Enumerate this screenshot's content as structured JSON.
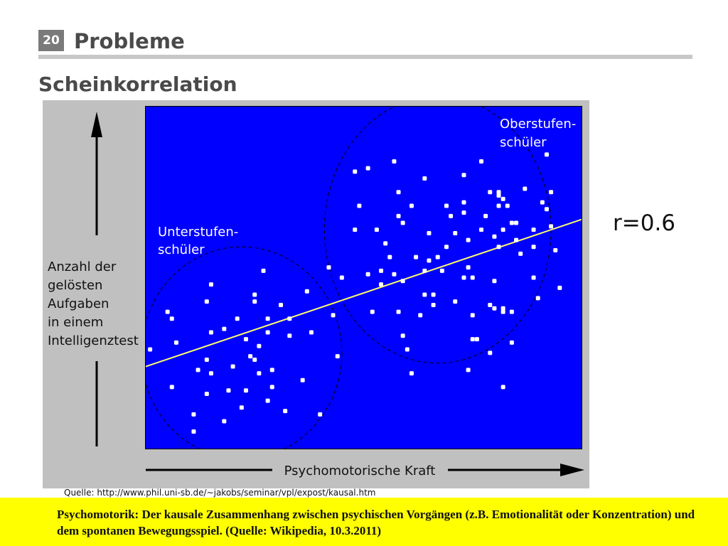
{
  "slide": {
    "number": "20",
    "title": "Probleme",
    "subtitle": "Scheinkorrelation",
    "r_value": "r=0.6",
    "source": "Quelle: http://www.phil.uni-sb.de/~jakobs/seminar/vpl/expost/kausal.htm",
    "footer": "Psychomotorik: Der kausale Zusammenhang zwischen psychischen Vorgängen (z.B. Emotionalität oder Konzentration) und dem spontanen Bewegungsspiel. (Quelle: Wikipedia, 10.3.2011)"
  },
  "chart_data": {
    "type": "scatter",
    "xlabel": "Psychomotorische Kraft",
    "ylabel_lines": [
      "Anzahl der",
      "gelösten",
      "Aufgaben",
      "in einem",
      "Intelligenztest"
    ],
    "group_labels": {
      "lower": [
        "Unterstufen-",
        "schüler"
      ],
      "upper": [
        "Oberstufen-",
        "schüler"
      ]
    },
    "xlim": [
      0,
      100
    ],
    "ylim": [
      0,
      100
    ],
    "grid": false,
    "colors": {
      "plot_background": "#0000ff",
      "frame": "#c0c0c0",
      "points": "#ffffff",
      "trend_line": "#ffff66",
      "cluster_outline": "#000033"
    },
    "trend_line": {
      "start": [
        0,
        24
      ],
      "end": [
        100,
        67
      ]
    },
    "clusters": [
      {
        "name": "lower",
        "center": [
          22,
          28
        ],
        "radius_x": 23,
        "radius_y": 31
      },
      {
        "name": "upper",
        "center": [
          67,
          64
        ],
        "radius_x": 26,
        "radius_y": 39
      }
    ],
    "points": [
      [
        1,
        29
      ],
      [
        6,
        18
      ],
      [
        6,
        38
      ],
      [
        5,
        40
      ],
      [
        7,
        31
      ],
      [
        11,
        10
      ],
      [
        12,
        23
      ],
      [
        14,
        43
      ],
      [
        14,
        26
      ],
      [
        11,
        5
      ],
      [
        15,
        48
      ],
      [
        15,
        34
      ],
      [
        15,
        22
      ],
      [
        14,
        16
      ],
      [
        18,
        35
      ],
      [
        18,
        8
      ],
      [
        19,
        17
      ],
      [
        21,
        38
      ],
      [
        20,
        24
      ],
      [
        23,
        32
      ],
      [
        24,
        27
      ],
      [
        23,
        17
      ],
      [
        25,
        43
      ],
      [
        25,
        26
      ],
      [
        22,
        12
      ],
      [
        26,
        30
      ],
      [
        26,
        22
      ],
      [
        25,
        45
      ],
      [
        28,
        34
      ],
      [
        29,
        18
      ],
      [
        27,
        52
      ],
      [
        28,
        38
      ],
      [
        28,
        14
      ],
      [
        29,
        23
      ],
      [
        33,
        38
      ],
      [
        31,
        42
      ],
      [
        32,
        11
      ],
      [
        33,
        33
      ],
      [
        36,
        20
      ],
      [
        37,
        46
      ],
      [
        38,
        34
      ],
      [
        40,
        10
      ],
      [
        42,
        53
      ],
      [
        43,
        39
      ],
      [
        44,
        27
      ],
      [
        45,
        50
      ],
      [
        48,
        64
      ],
      [
        49,
        71
      ],
      [
        48,
        81
      ],
      [
        51,
        51
      ],
      [
        51,
        82
      ],
      [
        52,
        40
      ],
      [
        53,
        64
      ],
      [
        54,
        52
      ],
      [
        54,
        48
      ],
      [
        55,
        60
      ],
      [
        56,
        56
      ],
      [
        57,
        51
      ],
      [
        57,
        84
      ],
      [
        58,
        68
      ],
      [
        58,
        40
      ],
      [
        59,
        49
      ],
      [
        58,
        75
      ],
      [
        59,
        33
      ],
      [
        59,
        66
      ],
      [
        60,
        29
      ],
      [
        61,
        22
      ],
      [
        61,
        71
      ],
      [
        62,
        56
      ],
      [
        64,
        52
      ],
      [
        63,
        39
      ],
      [
        64,
        45
      ],
      [
        64,
        79
      ],
      [
        65,
        63
      ],
      [
        65,
        55
      ],
      [
        66,
        45
      ],
      [
        66,
        42
      ],
      [
        67,
        56
      ],
      [
        68,
        52
      ],
      [
        69,
        59
      ],
      [
        69,
        71
      ],
      [
        70,
        68
      ],
      [
        71,
        43
      ],
      [
        71,
        63
      ],
      [
        73,
        69
      ],
      [
        74,
        61
      ],
      [
        74,
        53
      ],
      [
        74,
        23
      ],
      [
        73,
        50
      ],
      [
        73,
        80
      ],
      [
        75,
        50
      ],
      [
        75,
        39
      ],
      [
        73,
        72
      ],
      [
        75,
        32
      ],
      [
        77,
        64
      ],
      [
        78,
        68
      ],
      [
        77,
        84
      ],
      [
        76,
        32
      ],
      [
        79,
        75
      ],
      [
        80,
        49
      ],
      [
        79,
        28
      ],
      [
        80,
        41
      ],
      [
        81,
        75
      ],
      [
        81,
        74
      ],
      [
        80,
        62
      ],
      [
        79,
        42
      ],
      [
        81,
        59
      ],
      [
        82,
        73
      ],
      [
        81,
        71
      ],
      [
        82,
        64
      ],
      [
        82,
        41
      ],
      [
        82,
        18
      ],
      [
        82,
        40
      ],
      [
        84,
        31
      ],
      [
        84,
        40
      ],
      [
        84,
        66
      ],
      [
        83,
        71
      ],
      [
        85,
        61
      ],
      [
        85,
        66
      ],
      [
        87,
        76
      ],
      [
        86,
        57
      ],
      [
        89,
        50
      ],
      [
        89,
        64
      ],
      [
        90,
        44
      ],
      [
        89,
        59
      ],
      [
        91,
        72
      ],
      [
        92,
        70
      ],
      [
        92,
        86
      ],
      [
        93,
        75
      ],
      [
        93,
        65
      ],
      [
        94,
        58
      ],
      [
        95,
        47
      ]
    ]
  }
}
